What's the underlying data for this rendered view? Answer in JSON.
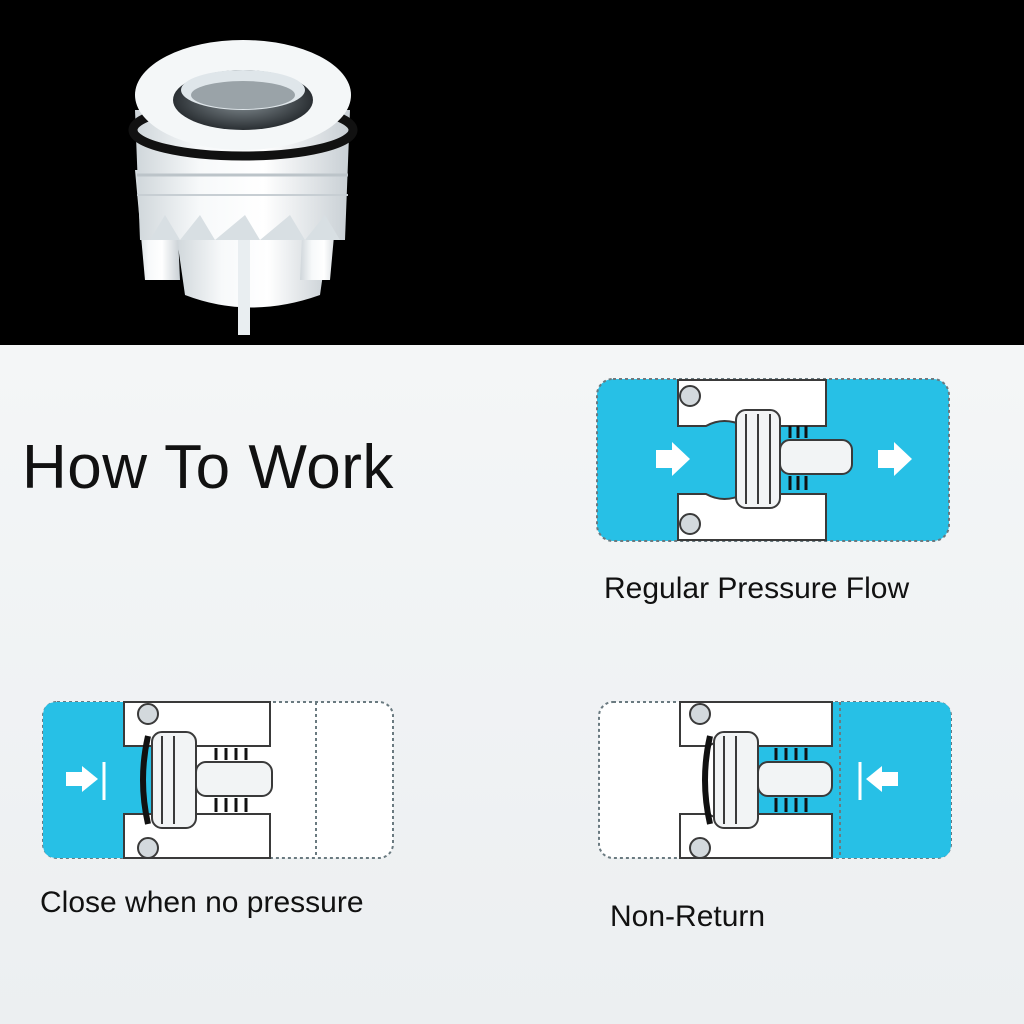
{
  "heading": "How To Work",
  "captions": {
    "regular": "Regular Pressure Flow",
    "closed": "Close when no pressure",
    "non_return": "Non-Return"
  },
  "colors": {
    "water": "#27c0e6",
    "background_light": "#eef1f3",
    "photo_background": "#000000",
    "valve_body": "#ffffff",
    "outline": "#3a3a3a"
  },
  "icons": {
    "flow_arrow": "arrow-right-icon",
    "back_arrow": "arrow-left-icon"
  }
}
